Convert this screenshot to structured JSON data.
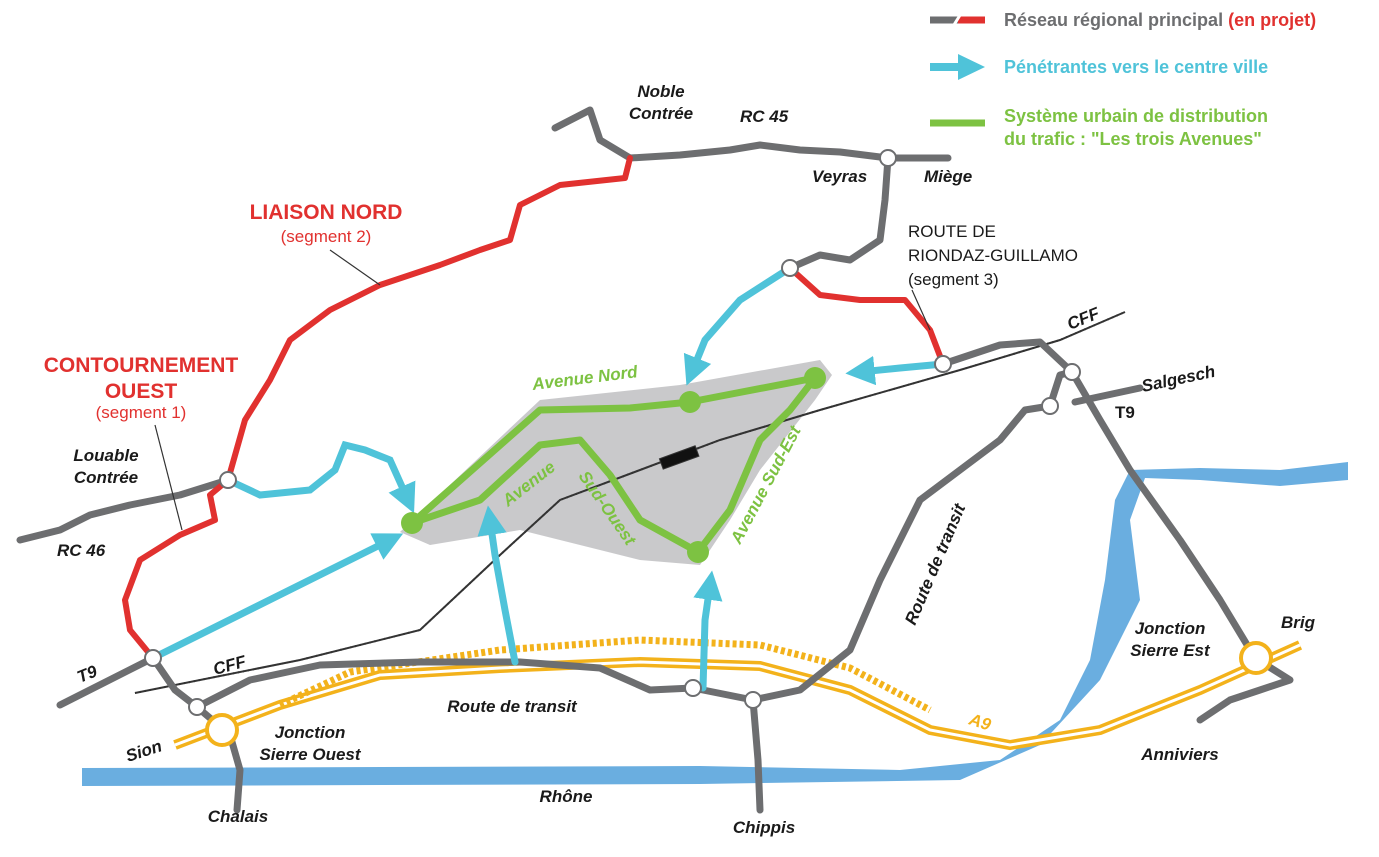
{
  "colors": {
    "road": "#6d6e70",
    "project": "#e1312f",
    "penetrante": "#4fc3d9",
    "avenues": "#7dc242",
    "zone": "#c9c9cb",
    "river": "#6aaee0",
    "motorway": "#f3b21b",
    "legend_grey": "#6d6e70"
  },
  "legend": {
    "road_text": "Réseau régional principal",
    "road_text_red": "(en projet)",
    "penetrante_text": "Pénétrantes vers le centre ville",
    "avenues_line1": "Système urbain de distribution",
    "avenues_line2": "du trafic : \"Les trois Avenues\""
  },
  "red_labels": {
    "liaison_title": "LIAISON NORD",
    "liaison_sub": "(segment 2)",
    "contournement_line1": "CONTOURNEMENT",
    "contournement_line2": "OUEST",
    "contournement_sub": "(segment 1)"
  },
  "route_label": {
    "line1": "ROUTE DE",
    "line2": "RIONDAZ-GUILLAMO",
    "line3": "(segment 3)"
  },
  "avenues": {
    "nord": "Avenue Nord",
    "sud_est": "Avenue Sud-Est",
    "sud_ouest_a": "Avenue",
    "sud_ouest_b": "Sud-Ouest"
  },
  "places": {
    "noble_contree_1": "Noble",
    "noble_contree_2": "Contrée",
    "rc45": "RC 45",
    "veyras": "Veyras",
    "miege": "Miège",
    "louable_1": "Louable",
    "louable_2": "Contrée",
    "rc46": "RC 46",
    "cff_top": "CFF",
    "cff_bottom": "CFF",
    "salgesch": "Salgesch",
    "t9_right": "T9",
    "t9_left": "T9",
    "route_transit_diag": "Route de transit",
    "route_transit_bottom": "Route de transit",
    "jonction_est_1": "Jonction",
    "jonction_est_2": "Sierre Est",
    "brig": "Brig",
    "a9": "A9",
    "anniviers": "Anniviers",
    "sion": "Sion",
    "jonction_ouest_1": "Jonction",
    "jonction_ouest_2": "Sierre Ouest",
    "chalais": "Chalais",
    "rhone": "Rhône",
    "chippis": "Chippis"
  }
}
